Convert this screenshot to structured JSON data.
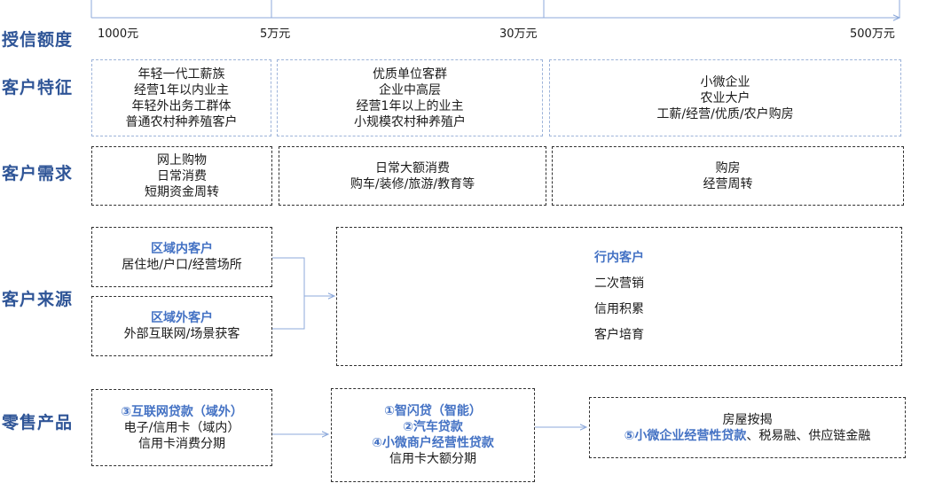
{
  "row_labels": {
    "credit_limit": "授信额度",
    "customer_traits": "客户特征",
    "customer_needs": "客户需求",
    "customer_source": "客户来源",
    "retail_products": "零售产品"
  },
  "credit_scale": {
    "ticks": [
      "1000元",
      "5万元",
      "30万元",
      "500万元"
    ]
  },
  "traits": {
    "col1": [
      "年轻一代工薪族",
      "经营1年以内业主",
      "年轻外出务工群体",
      "普通农村种养殖客户"
    ],
    "col2": [
      "优质单位客群",
      "企业中高层",
      "经营1年以上的业主",
      "小规模农村种养殖户"
    ],
    "col3": [
      "小微企业",
      "农业大户",
      "工薪/经营/优质/农户购房"
    ]
  },
  "needs": {
    "col1": [
      "网上购物",
      "日常消费",
      "短期资金周转"
    ],
    "col2": [
      "日常大额消费",
      "购车/装修/旅游/教育等"
    ],
    "col3": [
      "购房",
      "经营周转"
    ]
  },
  "sources": {
    "in_region": {
      "title": "区域内客户",
      "lines": [
        "居住地/户口/经营场所"
      ]
    },
    "out_region": {
      "title": "区域外客户",
      "lines": [
        "外部互联网/场景获客"
      ]
    },
    "in_bank": {
      "title": "行内客户",
      "lines": [
        "二次营销",
        "信用积累",
        "客户培育"
      ]
    }
  },
  "products": {
    "col1": {
      "highlight": [
        "③互联网贷款（域外）"
      ],
      "lines": [
        "电子/信用卡（域内）",
        "信用卡消费分期"
      ]
    },
    "col2": {
      "highlight": [
        "①智闪贷（智能）",
        "②汽车贷款",
        "④小微商户经营性贷款"
      ],
      "lines": [
        "信用卡大额分期"
      ]
    },
    "col3": {
      "lines": [
        "房屋按揭"
      ],
      "mixed_highlight": "⑤小微企业经营性贷款",
      "mixed_plain": "、税易融、供应链金融"
    }
  },
  "colors": {
    "label_blue": "#2f5597",
    "highlight_blue": "#4472c4",
    "light_dash": "#9db3d9",
    "dark_dash": "#303030",
    "arrow": "#8eaadb"
  }
}
